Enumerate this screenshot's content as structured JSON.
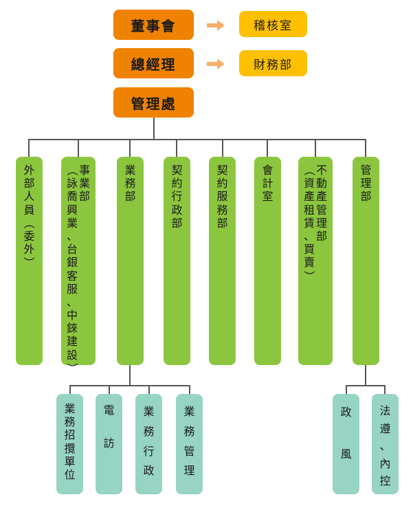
{
  "top": {
    "board": "董事會",
    "gm": "總經理",
    "mgmt": "管理處"
  },
  "side": {
    "audit": "稽核室",
    "finance": "財務部"
  },
  "departments": [
    {
      "col1": "外部人員（委外）",
      "col2": ""
    },
    {
      "col1": "事業部",
      "col2": "（詠喬興業、台銀客服、中錸建設）"
    },
    {
      "col1": "業務部",
      "col2": ""
    },
    {
      "col1": "契約行政部",
      "col2": ""
    },
    {
      "col1": "契約服務部",
      "col2": ""
    },
    {
      "col1": "會計室",
      "col2": ""
    },
    {
      "col1": "不動產管理部",
      "col2": "（資產租賃、買賣）"
    },
    {
      "col1": "管理部",
      "col2": ""
    }
  ],
  "sales_units": [
    {
      "col1": "業務招攬單位",
      "col2": ""
    },
    {
      "col1": "電　訪",
      "col2": ""
    },
    {
      "col1": "業務行政",
      "col2": ""
    },
    {
      "col1": "業務管理",
      "col2": ""
    }
  ],
  "mgmt_units": [
    {
      "col1": "政　風",
      "col2": ""
    },
    {
      "col1": "法遵、內控",
      "col2": ""
    }
  ],
  "colors": {
    "top": "#ef8200",
    "side": "#ffc000",
    "dept": "#8cc63f",
    "sub": "#97d4c4",
    "arrow": "#f4b06a"
  }
}
